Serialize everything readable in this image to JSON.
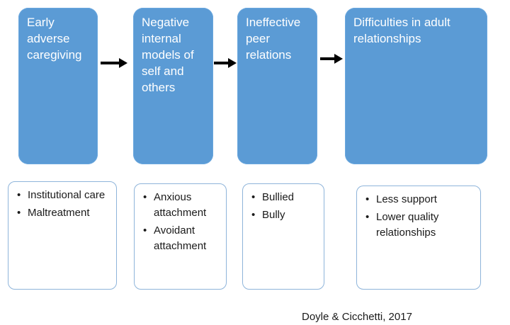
{
  "boxes": [
    {
      "label": "Early adverse caregiving"
    },
    {
      "label": "Negative internal models of self and others"
    },
    {
      "label": "Ineffective peer relations"
    },
    {
      "label": "Difficulties in adult relationships"
    }
  ],
  "details": [
    {
      "items": [
        "Institutional care",
        "Maltreatment"
      ]
    },
    {
      "items": [
        "Anxious attachment",
        "Avoidant attachment"
      ]
    },
    {
      "items": [
        "Bullied",
        "Bully"
      ]
    },
    {
      "items": [
        "Less support",
        "Lower quality relationships"
      ]
    }
  ],
  "bullet_glyph": "•",
  "citation": "Doyle & Cicchetti, 2017",
  "colors": {
    "box_fill": "#5b9bd5",
    "box_text": "#ffffff",
    "detail_border": "#8eb4da",
    "arrow": "#000000"
  },
  "icons": {
    "arrow": "right-arrow-icon"
  }
}
